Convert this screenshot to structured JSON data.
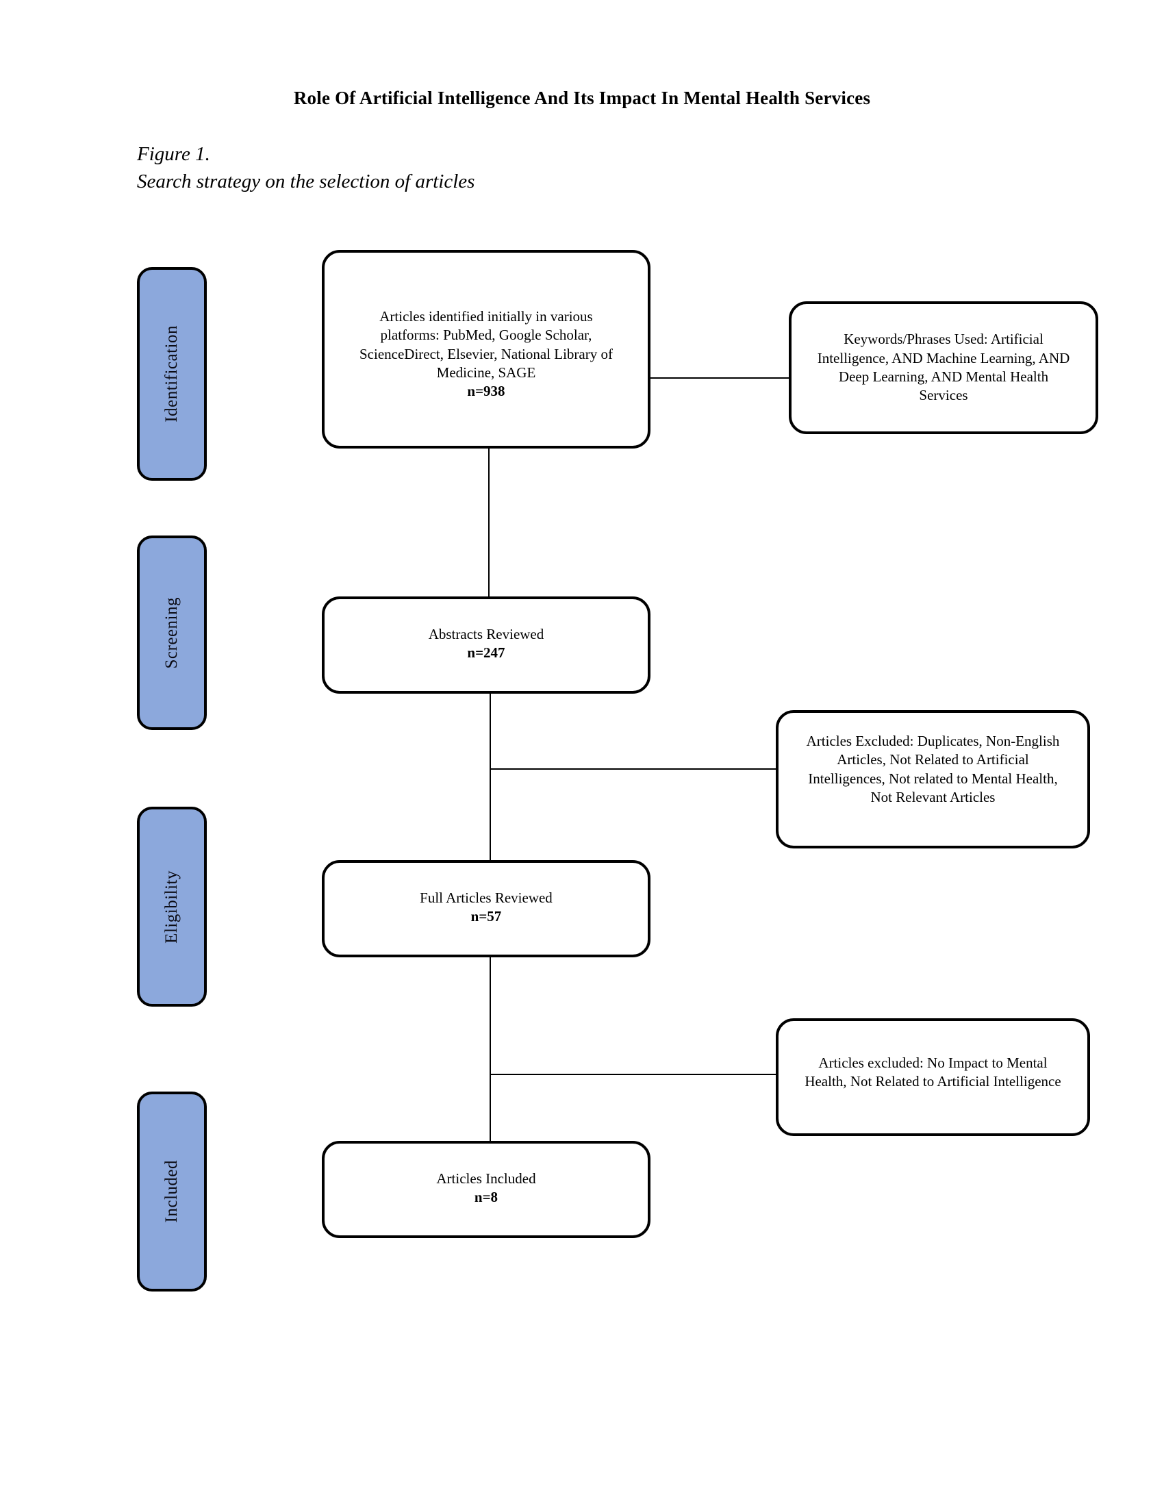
{
  "document": {
    "title": "Role Of Artificial Intelligence And Its Impact In Mental Health Services",
    "figure_number": "Figure 1.",
    "figure_caption": "Search strategy on the selection of articles"
  },
  "colors": {
    "stage_fill": "#8CA8DC",
    "border": "#000000",
    "background": "#FFFFFF",
    "text": "#000000"
  },
  "stages": [
    {
      "label": "Identification"
    },
    {
      "label": "Screening"
    },
    {
      "label": "Eligibility"
    },
    {
      "label": "Included"
    }
  ],
  "flow": {
    "identified": {
      "line1": "Articles identified initially in various",
      "line2": "platforms: PubMed, Google Scholar,",
      "line3": "ScienceDirect, Elsevier, National Library of",
      "line4": "Medicine, SAGE",
      "count": "n=938"
    },
    "keywords": {
      "line1": "Keywords/Phrases Used: Artificial",
      "line2": "Intelligence, AND Machine Learning, AND",
      "line3": "Deep Learning, AND Mental Health",
      "line4": "Services"
    },
    "abstracts": {
      "line1": "Abstracts Reviewed",
      "count": "n=247"
    },
    "excluded_screening": {
      "line1": "Articles Excluded: Duplicates, Non-English",
      "line2": "Articles, Not Related to Artificial",
      "line3": "Intelligences, Not related to Mental Health,",
      "line4": "Not Relevant Articles"
    },
    "full_articles": {
      "line1": "Full Articles Reviewed",
      "count": "n=57"
    },
    "excluded_eligibility": {
      "line1": "Articles excluded:  No Impact to Mental",
      "line2": "Health, Not Related to Artificial Intelligence"
    },
    "included": {
      "line1": "Articles Included",
      "count": "n=8"
    }
  },
  "chart_data": {
    "type": "diagram",
    "title": "Search strategy on the selection of articles",
    "nodes": [
      {
        "id": "identified",
        "stage": "Identification",
        "label": "Articles identified initially in various platforms: PubMed, Google Scholar, ScienceDirect, Elsevier, National Library of Medicine, SAGE",
        "n": 938
      },
      {
        "id": "keywords",
        "stage": "Identification",
        "label": "Keywords/Phrases Used: Artificial Intelligence, AND Machine Learning, AND Deep Learning, AND Mental Health Services",
        "n": null
      },
      {
        "id": "abstracts",
        "stage": "Screening",
        "label": "Abstracts Reviewed",
        "n": 247
      },
      {
        "id": "excluded_screening",
        "stage": "Screening",
        "label": "Articles Excluded: Duplicates, Non-English Articles, Not Related to Artificial Intelligences, Not related to Mental Health, Not Relevant Articles",
        "n": null
      },
      {
        "id": "full_articles",
        "stage": "Eligibility",
        "label": "Full Articles Reviewed",
        "n": 57
      },
      {
        "id": "excluded_eligibility",
        "stage": "Eligibility",
        "label": "Articles excluded:  No Impact to Mental Health, Not Related to Artificial Intelligence",
        "n": null
      },
      {
        "id": "included",
        "stage": "Included",
        "label": "Articles Included",
        "n": 8
      }
    ],
    "edges": [
      {
        "from": "identified",
        "to": "keywords"
      },
      {
        "from": "identified",
        "to": "abstracts"
      },
      {
        "from": "abstracts",
        "to": "excluded_screening"
      },
      {
        "from": "abstracts",
        "to": "full_articles"
      },
      {
        "from": "full_articles",
        "to": "excluded_eligibility"
      },
      {
        "from": "full_articles",
        "to": "included"
      }
    ]
  }
}
